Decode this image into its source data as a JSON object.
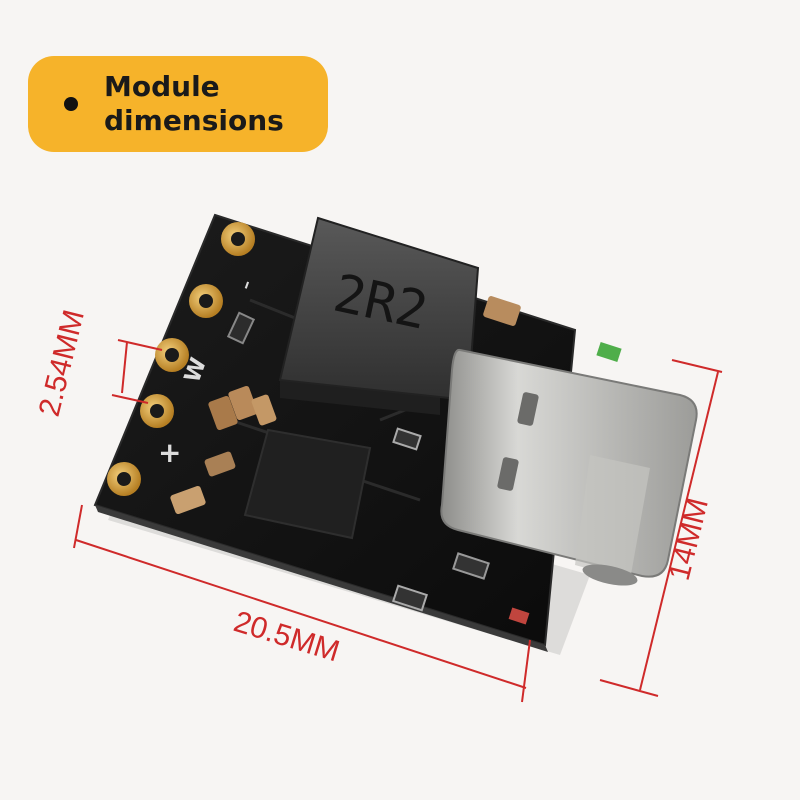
{
  "badge": {
    "title": "Module dimensions"
  },
  "dimensions": {
    "pin_pitch": "2.54MM",
    "length": "20.5MM",
    "width": "14MM"
  },
  "board": {
    "inductor_marking": "2R2",
    "pin_labels": [
      "-",
      "W",
      "+"
    ]
  },
  "colors": {
    "badge": "#f6b32a",
    "dimension_lines": "#cf2a2a",
    "pcb": "#141414",
    "gold_pads": "#c9932f",
    "usb_shell": "#b9b9b6"
  }
}
